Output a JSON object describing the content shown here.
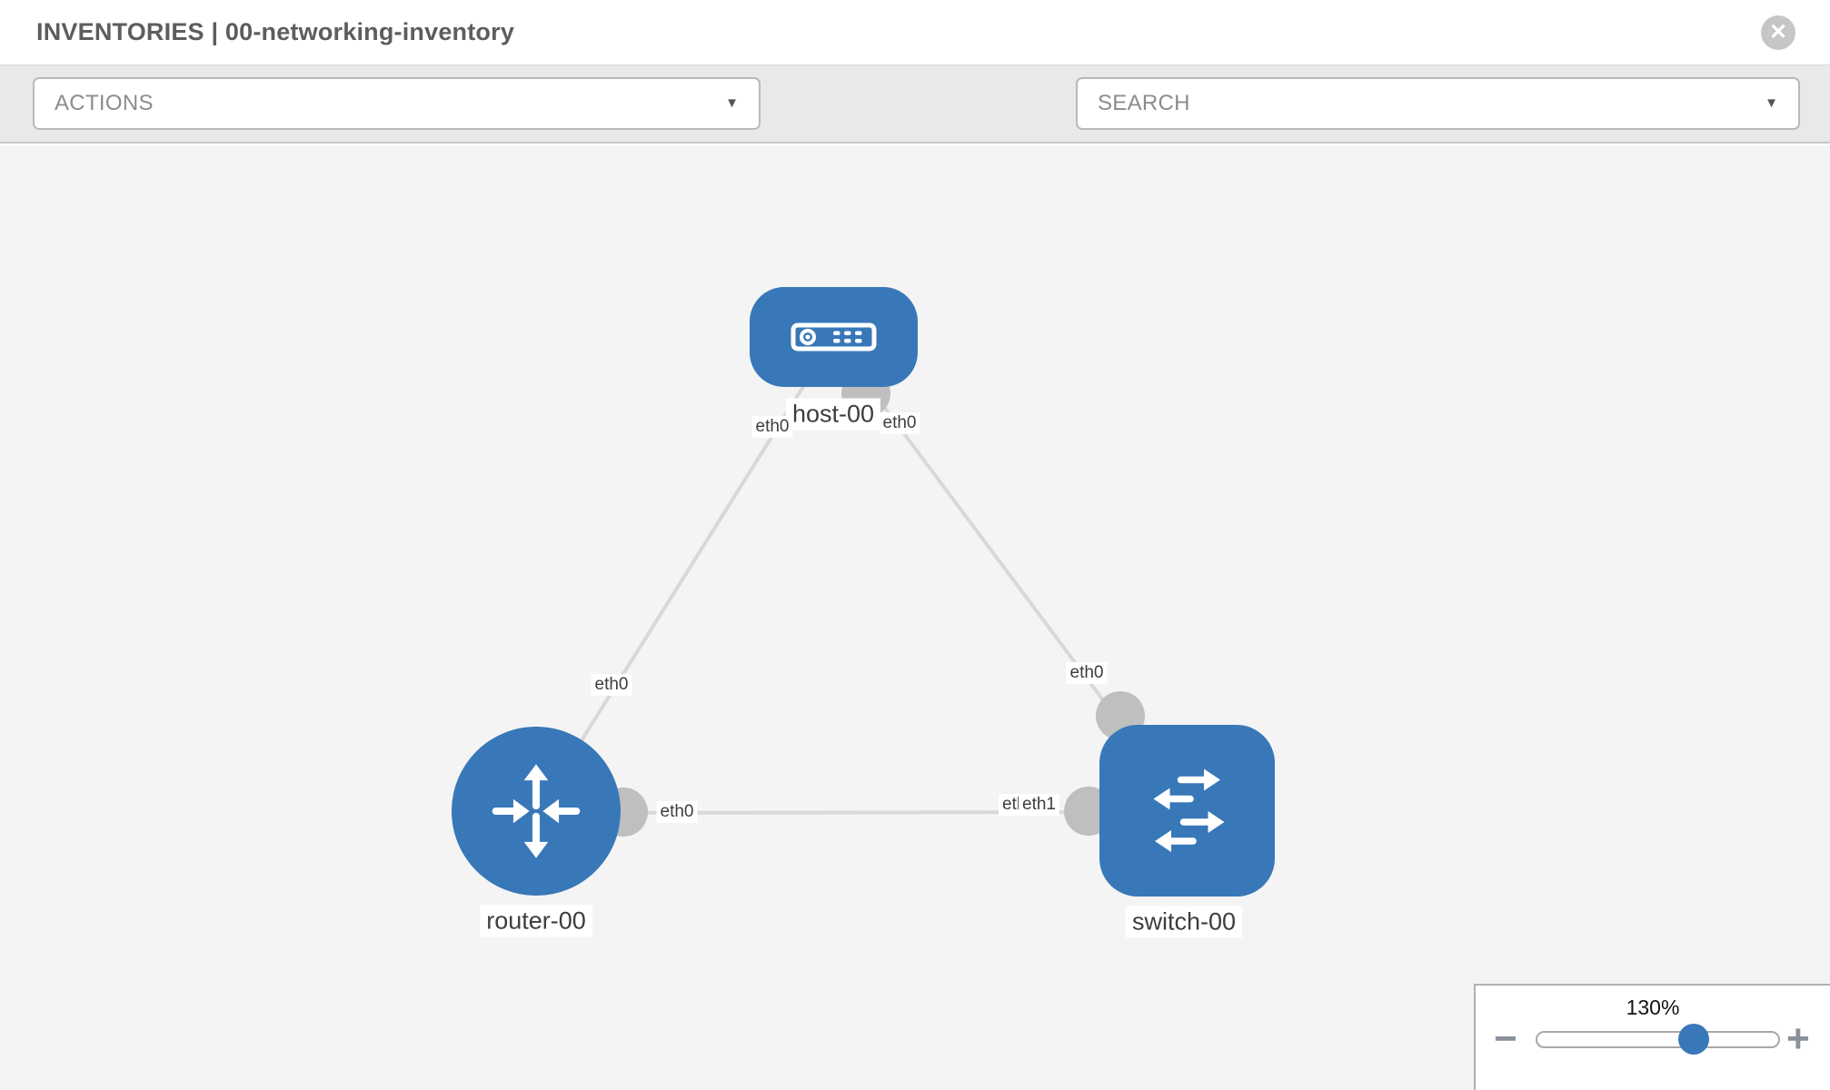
{
  "header": {
    "title": "INVENTORIES | 00-networking-inventory"
  },
  "toolbar": {
    "actions_label": "ACTIONS",
    "search_placeholder": "SEARCH"
  },
  "icons": {
    "close": "✕",
    "caret": "▼"
  },
  "topology": {
    "nodes": [
      {
        "id": "host-00",
        "type": "host",
        "label": "host-00"
      },
      {
        "id": "router-00",
        "type": "router",
        "label": "router-00"
      },
      {
        "id": "switch-00",
        "type": "switch",
        "label": "switch-00"
      }
    ],
    "links": [
      {
        "source": "host-00",
        "target": "router-00",
        "source_interface": "eth0",
        "target_interface": "eth0"
      },
      {
        "source": "host-00",
        "target": "switch-00",
        "source_interface": "eth0",
        "target_interface": "eth0"
      },
      {
        "source": "router-00",
        "target": "switch-00",
        "source_interface": "eth0",
        "target_interface": "eth1"
      }
    ],
    "interface_labels": {
      "host_to_router_at_host": "eth0",
      "host_to_router_at_router": "eth0",
      "host_to_switch_at_host": "eth0",
      "host_to_switch_at_switch": "eth0",
      "router_to_switch_at_router": "eth0",
      "router_to_switch_at_switch_back": "eth0",
      "router_to_switch_at_switch": "eth1"
    }
  },
  "zoom_control": {
    "value": "130%",
    "minus_label": "−",
    "plus_label": "+",
    "slider_fraction": 0.648
  },
  "colors": {
    "node_blue": "#3878b8",
    "link_gray": "#d8d8d8",
    "endpoint_gray": "#bfbfbf",
    "toolbar_gray": "#e9e9e9",
    "canvas_gray": "#f4f4f4"
  }
}
